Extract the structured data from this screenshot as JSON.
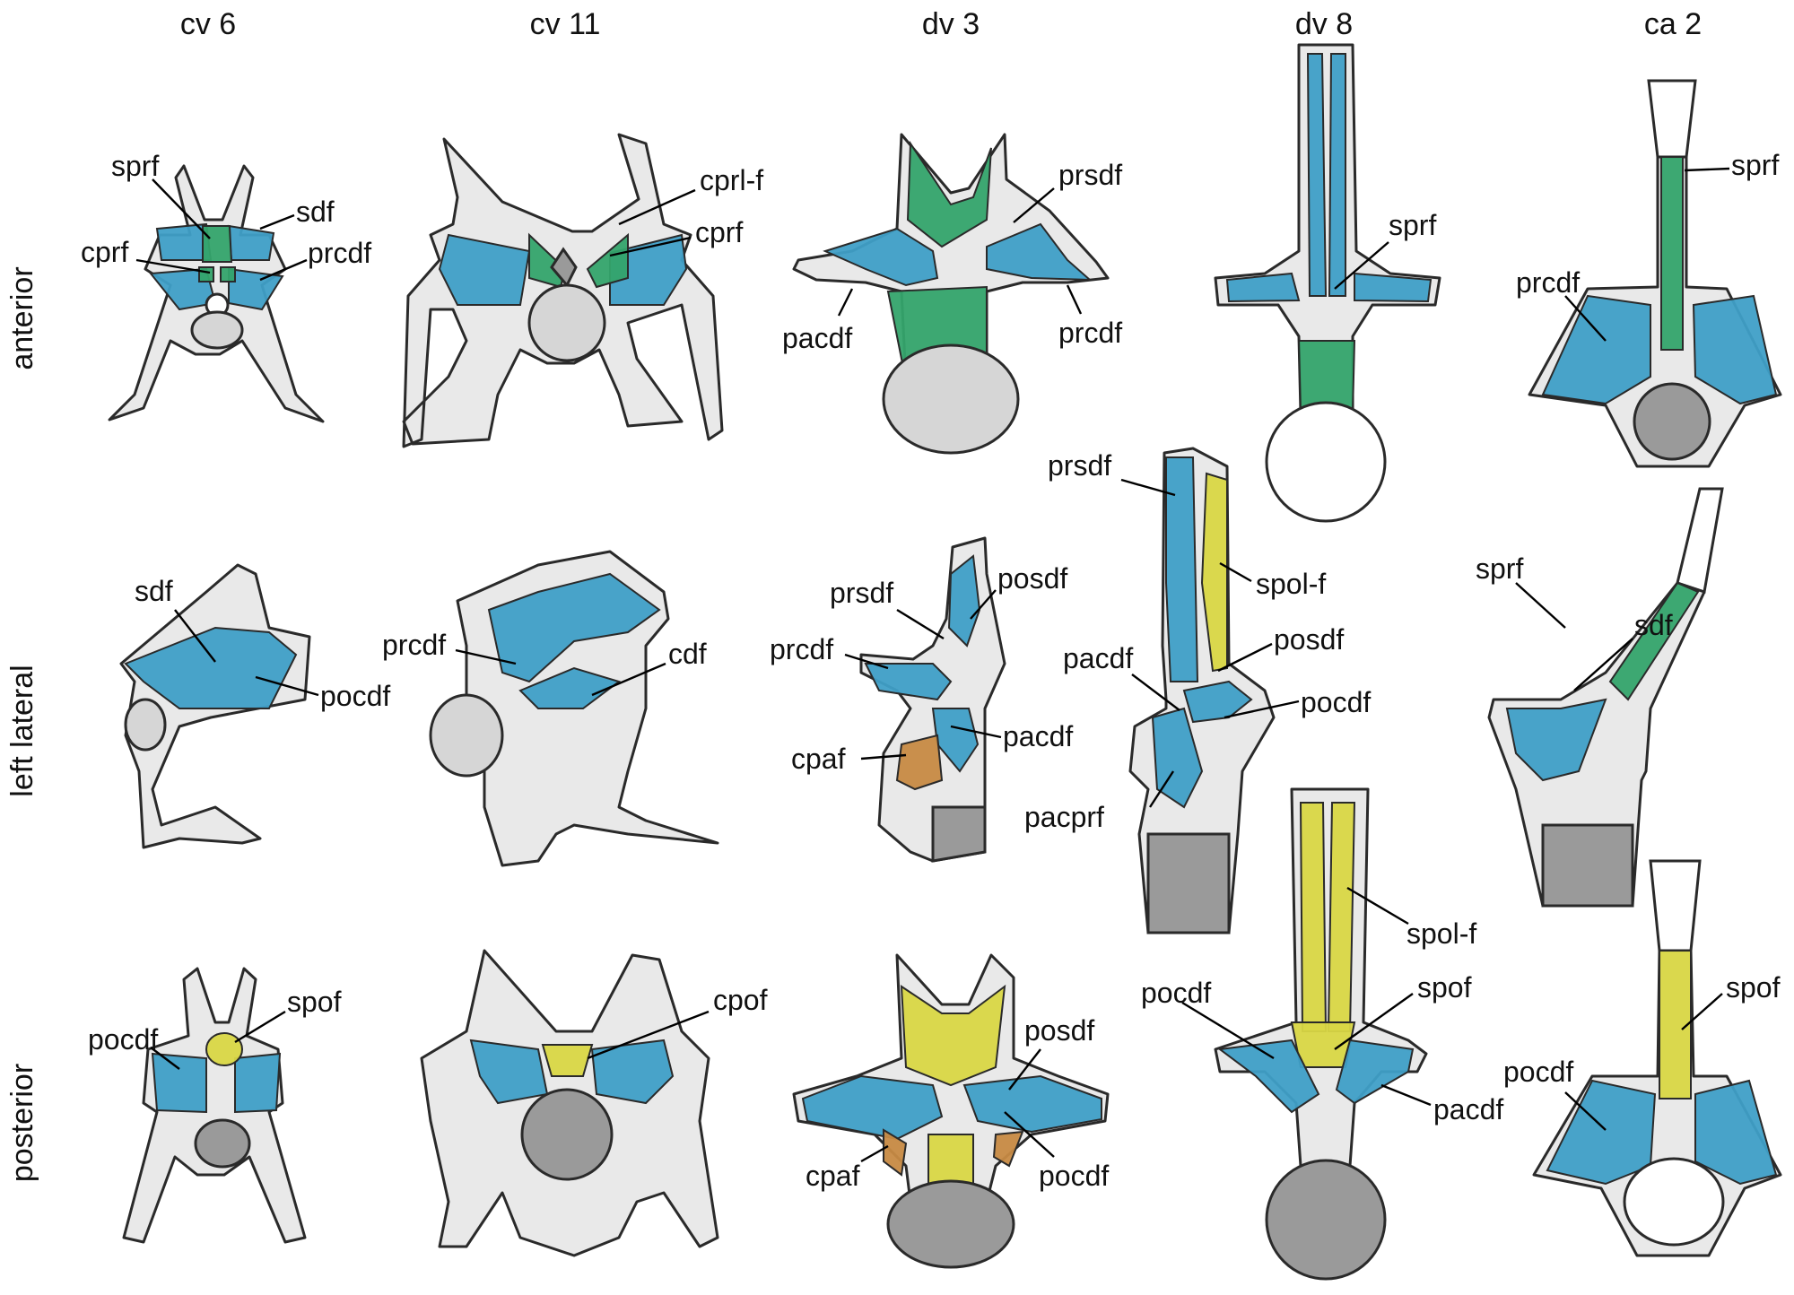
{
  "colors": {
    "blue": "#3f9fc7",
    "green": "#34a46b",
    "yellow": "#d9d744",
    "orange": "#c78a43",
    "bone": "#e9e9e9",
    "outline": "#2a2a2a"
  },
  "columns": [
    "cv 6",
    "cv 11",
    "dv 3",
    "dv 8",
    "ca 2"
  ],
  "rows": [
    "anterior",
    "left lateral",
    "posterior"
  ],
  "labels": {
    "cv6_ant_sprf": "sprf",
    "cv6_ant_sdf": "sdf",
    "cv6_ant_cprf": "cprf",
    "cv6_ant_prcdf": "prcdf",
    "cv11_ant_cprlf": "cprl-f",
    "cv11_ant_cprf": "cprf",
    "dv3_ant_prsdf": "prsdf",
    "dv3_ant_pacdf": "pacdf",
    "dv3_ant_prcdf": "prcdf",
    "dv8_ant_sprf": "sprf",
    "ca2_ant_sprf": "sprf",
    "ca2_ant_prcdf": "prcdf",
    "cv6_lat_sdf": "sdf",
    "cv6_lat_pocdf": "pocdf",
    "cv11_lat_prcdf": "prcdf",
    "cv11_lat_cdf": "cdf",
    "dv3_lat_prsdf": "prsdf",
    "dv3_lat_posdf": "posdf",
    "dv3_lat_prcdf": "prcdf",
    "dv3_lat_cpaf": "cpaf",
    "dv3_lat_pacdf": "pacdf",
    "dv8_lat_prsdf": "prsdf",
    "dv8_lat_spolf": "spol-f",
    "dv8_lat_posdf": "posdf",
    "dv8_lat_pacdf": "pacdf",
    "dv8_lat_pocdf": "pocdf",
    "dv8_lat_pacprf": "pacprf",
    "ca2_lat_sprf": "sprf",
    "ca2_lat_sdf": "sdf",
    "cv6_post_pocdf": "pocdf",
    "cv6_post_spof": "spof",
    "cv11_post_cpof": "cpof",
    "dv3_post_posdf": "posdf",
    "dv3_post_cpaf": "cpaf",
    "dv3_post_pocdf": "pocdf",
    "dv8_post_spolf": "spol-f",
    "dv8_post_pocdf": "pocdf",
    "dv8_post_spof": "spof",
    "dv8_post_pacdf": "pacdf",
    "ca2_post_spof": "spof",
    "ca2_post_pocdf": "pocdf"
  }
}
